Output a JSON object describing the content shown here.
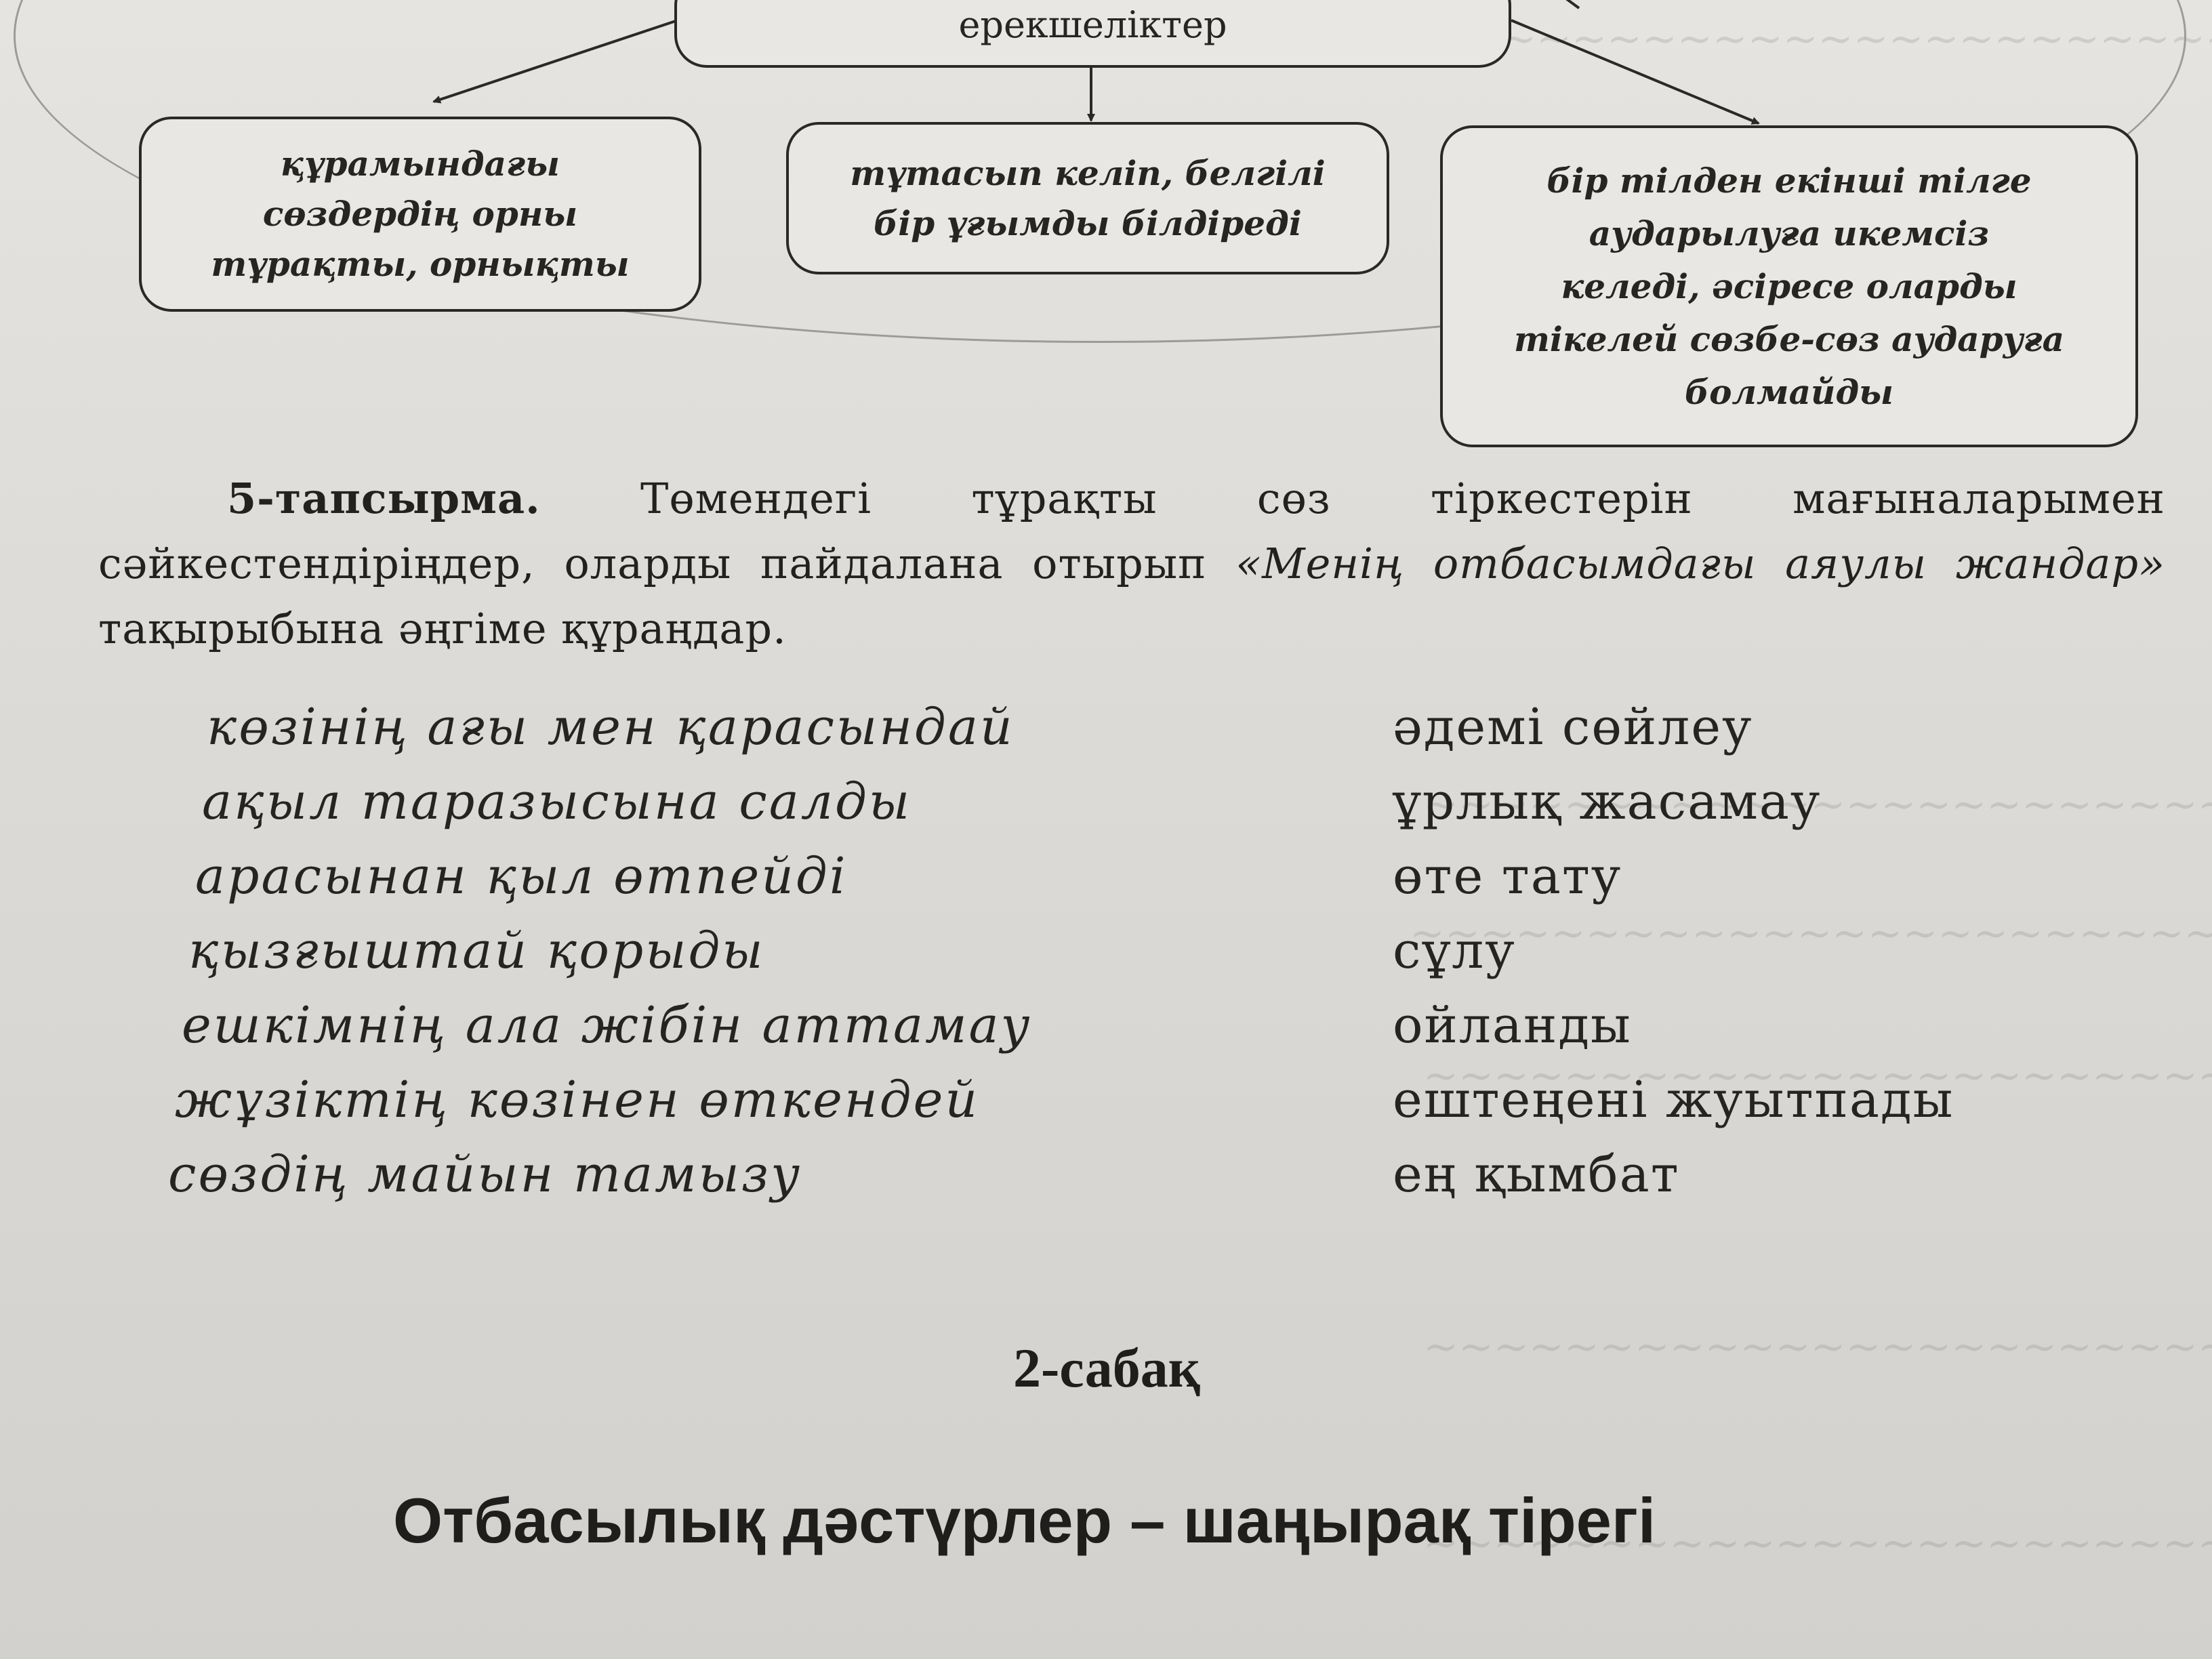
{
  "diagram": {
    "top_box": "ерекшеліктер",
    "box_left": [
      "құрамындағы",
      "сөздердің орны",
      "тұрақты, орнықты"
    ],
    "box_middle": [
      "тұтасып келіп, белгілі",
      "бір ұғымды білдіреді"
    ],
    "box_right": [
      "бір тілден екінші тілге",
      "аударылуға икемсіз",
      "келеді, әсіресе оларды",
      "тікелей сөзбе-сөз аударуға",
      "болмайды"
    ]
  },
  "task5": {
    "label": "5-тапсырма.",
    "text_part1": " Төмендегі тұрақты сөз тіркестерін мағыналарымен сәйкестендіріңдер, оларды пайдалана отырып ",
    "topic": "«Менің отбасымдағы аяулы жандар»",
    "text_part2": " тақырыбына әңгіме құраңдар."
  },
  "phrases": [
    "көзінің ағы мен қарасындай",
    "ақыл таразысына салды",
    "арасынан қыл өтпейді",
    "қызғыштай қорыды",
    "ешкімнің ала жібін аттамау",
    "жұзіктің көзінен өткендей",
    "сөздің майын тамызу"
  ],
  "meanings": [
    "әдемі сөйлеу",
    "ұрлық жасамау",
    "өте тату",
    "сұлу",
    "ойланды",
    "ештеңені жуытпады",
    "ең қымбат"
  ],
  "lesson_label": "2-сабақ",
  "section_title": "Отбасылық дәстүрлер – шаңырақ тірегі"
}
